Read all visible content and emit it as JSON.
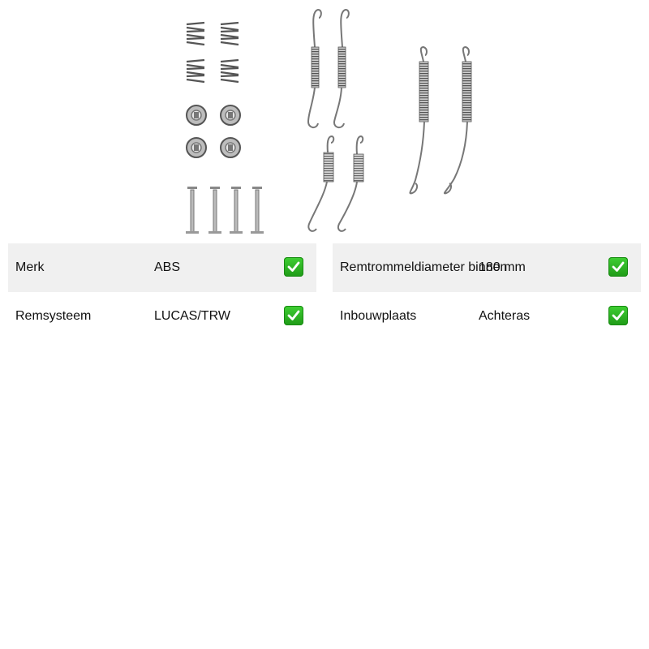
{
  "product_image": {
    "alt": "",
    "icon": "brake-spring-kit-image"
  },
  "specs_left": [
    {
      "label": "Merk",
      "value": "ABS",
      "icon": "check-mark-icon"
    },
    {
      "label": "Remsysteem",
      "value": "LUCAS/TRW",
      "icon": "check-mark-icon"
    }
  ],
  "specs_right": [
    {
      "label": "Remtrommeldiameter binnen",
      "value": "180 mm",
      "icon": "check-mark-icon"
    },
    {
      "label": "Inbouwplaats",
      "value": "Achteras",
      "icon": "check-mark-icon"
    }
  ],
  "colors": {
    "row_shade": "#f0f0f0",
    "check_green": "#2db324",
    "metal": "#7a7a7a"
  }
}
